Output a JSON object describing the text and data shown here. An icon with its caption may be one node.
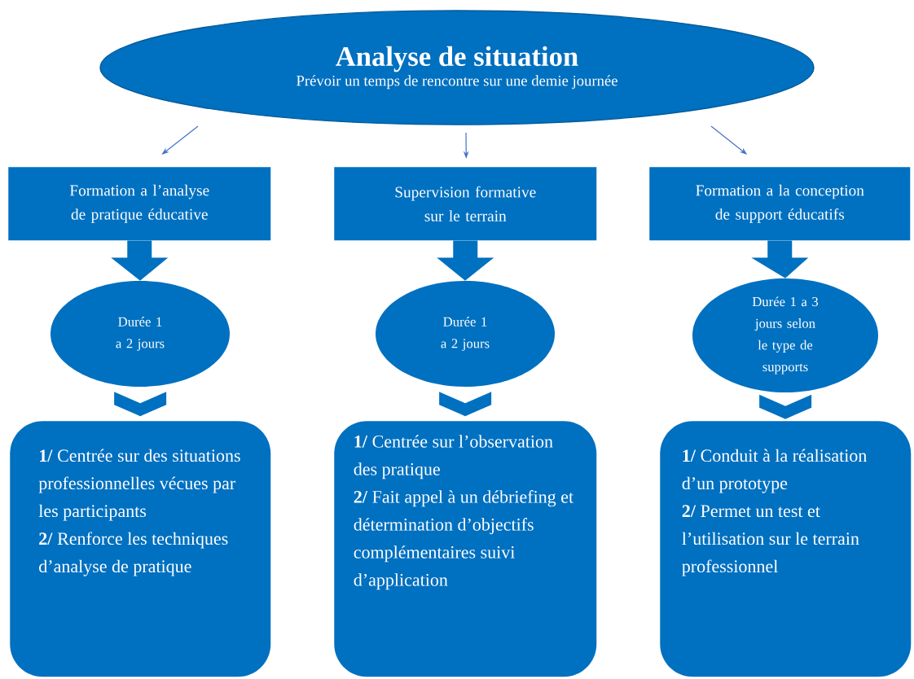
{
  "diagram": {
    "nodes": [
      {
        "text": [
          "Analyse de situation",
          "Prévoir un temps de rencontre sur une demie journée"
        ]
      },
      {
        "text": [
          "Formation a l’analyse de pratique éducative"
        ]
      },
      {
        "text": [
          "Supervision formative sur le terrain"
        ]
      },
      {
        "text": [
          "Formation a la conception de support éducatifs"
        ]
      },
      {
        "text": [
          "Durée 1 a 2 jours"
        ]
      },
      {
        "text": [
          "Durée 1 a 2 jours"
        ]
      },
      {
        "text": [
          "Durée 1 a 3 jours selon le type de supports"
        ]
      },
      {
        "text": [
          "**1/** Centrée sur des situations professionnelles vécues par les participants",
          "**2/** Renforce les techniques d’analyse de pratique"
        ]
      },
      {
        "text": [
          "**1/** Centrée sur l’observation des pratique",
          "**2/** Fait appel à un débriefing et détermination d’objectifs complémentaires suivi d’application"
        ]
      },
      {
        "text": [
          "**1/** Conduit à la réalisation d’un prototype",
          "**2/** Permet un test et l’utilisation sur le terrain professionnel"
        ]
      }
    ],
    "edges": [
      {
        "from": 0,
        "to": 1,
        "arrow": "to",
        "color": "#4472c4"
      },
      {
        "from": 0,
        "to": 2,
        "arrow": "to",
        "color": "#4472c4"
      },
      {
        "from": 0,
        "to": 3,
        "arrow": "to",
        "color": "#4472c4"
      },
      {
        "from": 1,
        "to": 4,
        "arrow": "to",
        "style": "thick"
      },
      {
        "from": 2,
        "to": 5,
        "arrow": "to",
        "style": "thick"
      },
      {
        "from": 3,
        "to": 6,
        "arrow": "to",
        "style": "thick"
      },
      {
        "from": 4,
        "to": 7,
        "arrow": "to",
        "style": "thick"
      },
      {
        "from": 5,
        "to": 8,
        "arrow": "to",
        "style": "thick"
      },
      {
        "from": 6,
        "to": 9,
        "arrow": "to",
        "style": "thick"
      }
    ]
  }
}
